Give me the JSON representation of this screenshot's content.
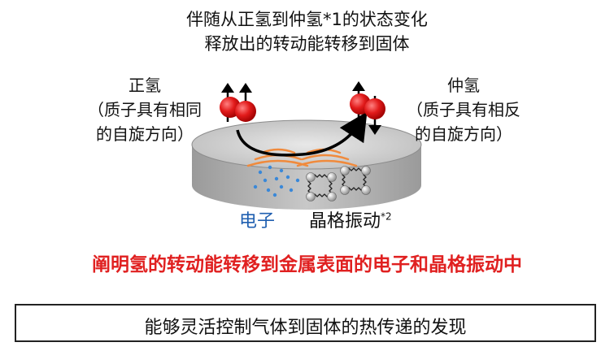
{
  "title_line1": "伴随从正氢到仲氢*1的状态变化",
  "title_line2": "释放出的转动能转移到固体",
  "ortho": {
    "name": "正氢",
    "desc_line1": "（质子具有相同",
    "desc_line2": "的自旋方向）"
  },
  "para": {
    "name": "仲氢",
    "desc_line1": "（质子具有相反",
    "desc_line2": "的自旋方向）"
  },
  "electron_label": "电子",
  "phonon_label": "晶格振动",
  "phonon_note": "*2",
  "red_caption": "阐明氢的转动能转移到金属表面的电子和晶格振动中",
  "result_text": "能够灵活控制气体到固体的热传递的发现",
  "colors": {
    "caption_red": "#e02020",
    "electron_blue": "#1f5fb0",
    "molecule_red": "#e21b1b",
    "wave_orange": "#f08a3c",
    "disk_gray": "#bdbdbd"
  }
}
